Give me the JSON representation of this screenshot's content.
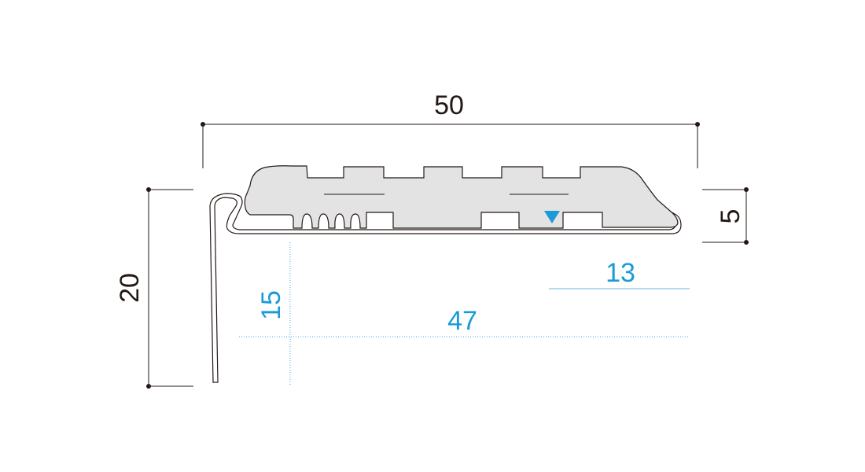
{
  "dimensions": {
    "top_width": "50",
    "height_total": "20",
    "thickness": "5",
    "inner_height": "15",
    "tread_depth": "47",
    "insert_depth": "13"
  },
  "colors": {
    "profile_fill": "#e3e3e3",
    "outline": "#231815",
    "blue_dimension": "#1a9ad9",
    "marker": "#1a9ad9"
  },
  "icons": {
    "marker": "down-triangle-marker-icon"
  }
}
